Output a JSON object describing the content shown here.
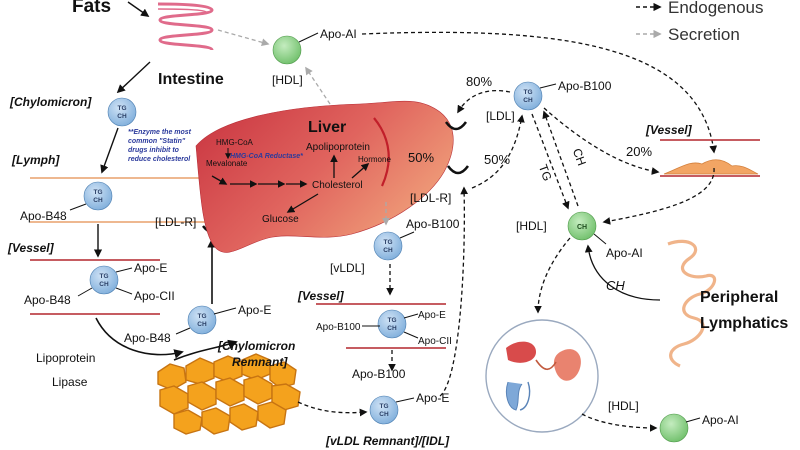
{
  "legend": {
    "endogenous": "Endogenous",
    "secretion": "Secretion"
  },
  "labels": {
    "fats": "Fats",
    "intestine": "Intestine",
    "liver": "Liver",
    "chylomicron": "[Chylomicron]",
    "lymph": "[Lymph]",
    "vessel_left": "[Vessel]",
    "vessel_mid": "[Vessel]",
    "vessel_right": "[Vessel]",
    "ldlr_left": "[LDL-R]",
    "ldlr_right": "[LDL-R]",
    "ldl": "[LDL]",
    "hdl_top": "[HDL]",
    "hdl_mid": "[HDL]",
    "hdl_bottom": "[HDL]",
    "vldl": "[vLDL]",
    "chylomicron_remnant_1": "[Chylomicron",
    "chylomicron_remnant_2": "Remnant]",
    "vldl_remnant": "[vLDL Remnant]/[IDL]",
    "lipoprotein_lipase_1": "Lipoprotein",
    "lipoprotein_lipase_2": "Lipase",
    "peripheral_1": "Peripheral",
    "peripheral_2": "Lymphatics",
    "statin_note": [
      "**Enzyme the most",
      "common \"Statin\"",
      "drugs inhibit to",
      "reduce cholesterol"
    ],
    "hmg_reductase": "HMG-CoA Reductase*",
    "hmg_coa": "HMG-CoA",
    "mevalonate": "Mevalonate",
    "cholesterol": "Cholesterol",
    "glucose": "Glucose",
    "apolipoprotein_1": "Apolipoprotein",
    "apolipoprotein_2": "Hormone",
    "tg_flow": "TG",
    "ch_flow": "CH",
    "ch_periph": "CH"
  },
  "percents": {
    "p80": "80%",
    "p50_left": "50%",
    "p50_right": "50%",
    "p20": "20%"
  },
  "apos": {
    "apo_ai_top": "Apo-AI",
    "apo_ai_mid": "Apo-AI",
    "apo_ai_bottom": "Apo-AI",
    "apo_b100_ldl": "Apo-B100",
    "apo_b100_vldl": "Apo-B100",
    "apo_b100_vessel": "Apo-B100",
    "apo_b100_idl": "Apo-B100",
    "apo_b48_lymph": "Apo-B48",
    "apo_b48_vessel": "Apo-B48",
    "apo_b48_remnant": "Apo-B48",
    "apo_e_vessel": "Apo-E",
    "apo_cii_vessel": "Apo-CII",
    "apo_e_remnant": "Apo-E",
    "apo_e_mid": "Apo-E",
    "apo_cii_mid": "Apo-CII",
    "apo_e_idl": "Apo-E"
  },
  "particle": {
    "tg": "TG",
    "ch": "CH"
  },
  "colors": {
    "lipoprotein": "#9ec3e6",
    "hdl": "#8ed08b",
    "liver_light": "#e87a6a",
    "liver_dark": "#c8323f",
    "fat_cells": "#f4a21d",
    "vessel_line": "#b3262d",
    "intestine": "#e06b8b",
    "lymph_vessel": "#f0b48a"
  }
}
